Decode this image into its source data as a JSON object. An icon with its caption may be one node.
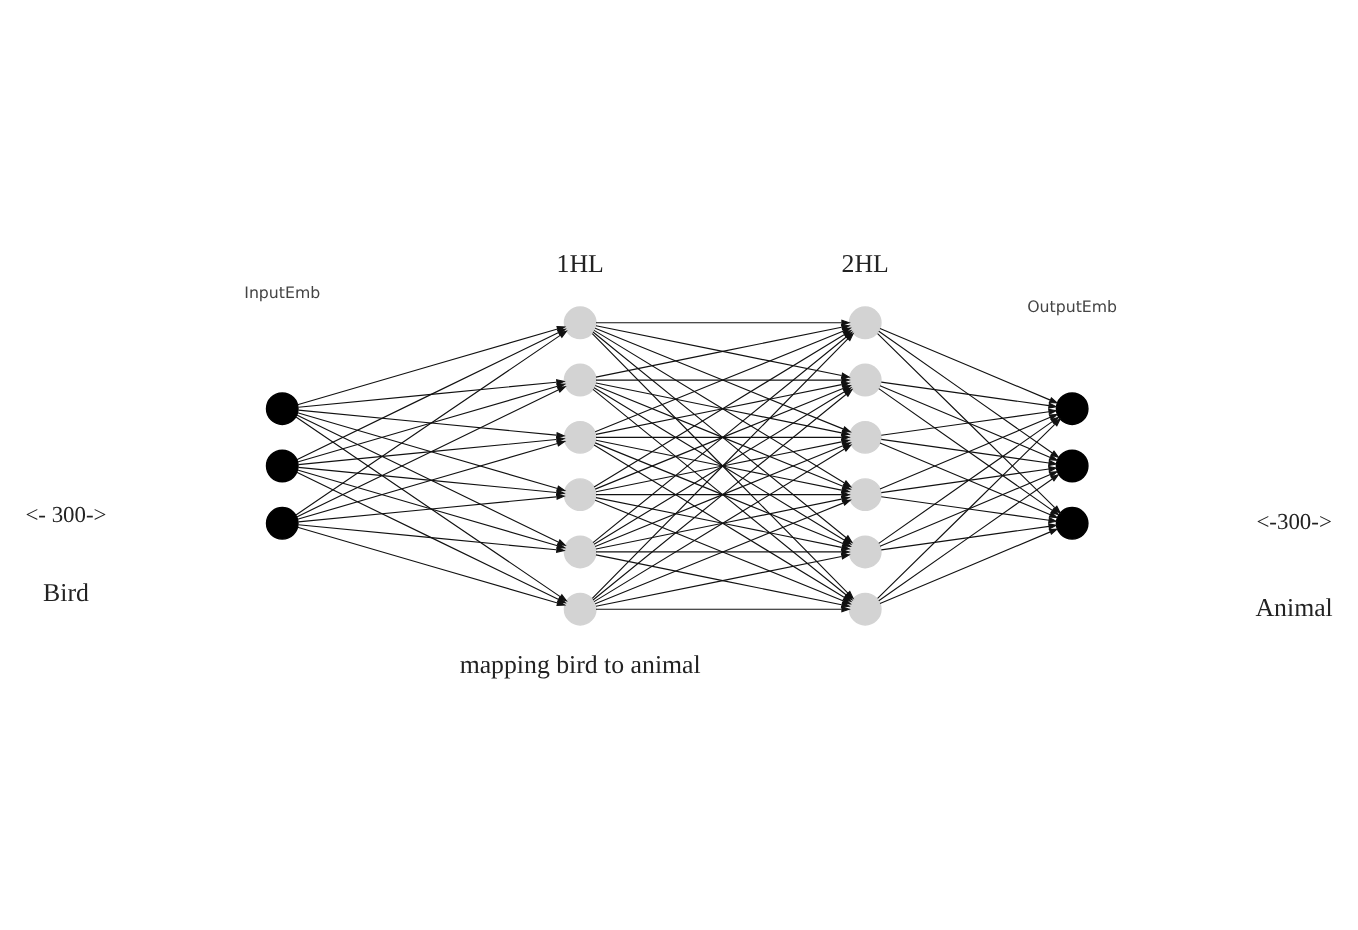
{
  "diagram": {
    "nodes": [
      {
        "text": [],
        "shape": "circle"
      },
      {
        "text": [],
        "shape": "circle"
      },
      {
        "text": [],
        "shape": "circle"
      },
      {
        "text": [],
        "shape": "circle"
      },
      {
        "text": [],
        "shape": "circle"
      },
      {
        "text": [],
        "shape": "circle"
      },
      {
        "text": [],
        "shape": "circle"
      },
      {
        "text": [],
        "shape": "circle"
      },
      {
        "text": [],
        "shape": "circle"
      },
      {
        "text": [],
        "shape": "circle"
      },
      {
        "text": [],
        "shape": "circle"
      },
      {
        "text": [],
        "shape": "circle"
      },
      {
        "text": [],
        "shape": "circle"
      },
      {
        "text": [],
        "shape": "circle"
      },
      {
        "text": [],
        "shape": "circle"
      },
      {
        "text": [],
        "shape": "circle"
      },
      {
        "text": [],
        "shape": "circle"
      },
      {
        "text": [],
        "shape": "circle"
      }
    ],
    "edges": [
      {
        "from": 0,
        "to": 3,
        "arrow": "to"
      },
      {
        "from": 0,
        "to": 4,
        "arrow": "to"
      },
      {
        "from": 0,
        "to": 5,
        "arrow": "to"
      },
      {
        "from": 0,
        "to": 6,
        "arrow": "to"
      },
      {
        "from": 0,
        "to": 7,
        "arrow": "to"
      },
      {
        "from": 0,
        "to": 8,
        "arrow": "to"
      },
      {
        "from": 1,
        "to": 3,
        "arrow": "to"
      },
      {
        "from": 1,
        "to": 4,
        "arrow": "to"
      },
      {
        "from": 1,
        "to": 5,
        "arrow": "to"
      },
      {
        "from": 1,
        "to": 6,
        "arrow": "to"
      },
      {
        "from": 1,
        "to": 7,
        "arrow": "to"
      },
      {
        "from": 1,
        "to": 8,
        "arrow": "to"
      },
      {
        "from": 2,
        "to": 3,
        "arrow": "to"
      },
      {
        "from": 2,
        "to": 4,
        "arrow": "to"
      },
      {
        "from": 2,
        "to": 5,
        "arrow": "to"
      },
      {
        "from": 2,
        "to": 6,
        "arrow": "to"
      },
      {
        "from": 2,
        "to": 7,
        "arrow": "to"
      },
      {
        "from": 2,
        "to": 8,
        "arrow": "to"
      },
      {
        "from": 3,
        "to": 9,
        "arrow": "to"
      },
      {
        "from": 3,
        "to": 10,
        "arrow": "to"
      },
      {
        "from": 3,
        "to": 11,
        "arrow": "to"
      },
      {
        "from": 3,
        "to": 12,
        "arrow": "to"
      },
      {
        "from": 3,
        "to": 13,
        "arrow": "to"
      },
      {
        "from": 3,
        "to": 14,
        "arrow": "to"
      },
      {
        "from": 4,
        "to": 9,
        "arrow": "to"
      },
      {
        "from": 4,
        "to": 10,
        "arrow": "to"
      },
      {
        "from": 4,
        "to": 11,
        "arrow": "to"
      },
      {
        "from": 4,
        "to": 12,
        "arrow": "to"
      },
      {
        "from": 4,
        "to": 13,
        "arrow": "to"
      },
      {
        "from": 4,
        "to": 14,
        "arrow": "to"
      },
      {
        "from": 5,
        "to": 9,
        "arrow": "to"
      },
      {
        "from": 5,
        "to": 10,
        "arrow": "to"
      },
      {
        "from": 5,
        "to": 11,
        "arrow": "to"
      },
      {
        "from": 5,
        "to": 12,
        "arrow": "to"
      },
      {
        "from": 5,
        "to": 13,
        "arrow": "to"
      },
      {
        "from": 5,
        "to": 14,
        "arrow": "to"
      },
      {
        "from": 6,
        "to": 9,
        "arrow": "to"
      },
      {
        "from": 6,
        "to": 10,
        "arrow": "to"
      },
      {
        "from": 6,
        "to": 11,
        "arrow": "to"
      },
      {
        "from": 6,
        "to": 12,
        "arrow": "to"
      },
      {
        "from": 6,
        "to": 13,
        "arrow": "to"
      },
      {
        "from": 6,
        "to": 14,
        "arrow": "to"
      },
      {
        "from": 7,
        "to": 9,
        "arrow": "to"
      },
      {
        "from": 7,
        "to": 10,
        "arrow": "to"
      },
      {
        "from": 7,
        "to": 11,
        "arrow": "to"
      },
      {
        "from": 7,
        "to": 12,
        "arrow": "to"
      },
      {
        "from": 7,
        "to": 13,
        "arrow": "to"
      },
      {
        "from": 7,
        "to": 14,
        "arrow": "to"
      },
      {
        "from": 8,
        "to": 9,
        "arrow": "to"
      },
      {
        "from": 8,
        "to": 10,
        "arrow": "to"
      },
      {
        "from": 8,
        "to": 11,
        "arrow": "to"
      },
      {
        "from": 8,
        "to": 12,
        "arrow": "to"
      },
      {
        "from": 8,
        "to": 13,
        "arrow": "to"
      },
      {
        "from": 8,
        "to": 14,
        "arrow": "to"
      },
      {
        "from": 9,
        "to": 15,
        "arrow": "to"
      },
      {
        "from": 9,
        "to": 16,
        "arrow": "to"
      },
      {
        "from": 9,
        "to": 17,
        "arrow": "to"
      },
      {
        "from": 10,
        "to": 15,
        "arrow": "to"
      },
      {
        "from": 10,
        "to": 16,
        "arrow": "to"
      },
      {
        "from": 10,
        "to": 17,
        "arrow": "to"
      },
      {
        "from": 11,
        "to": 15,
        "arrow": "to"
      },
      {
        "from": 11,
        "to": 16,
        "arrow": "to"
      },
      {
        "from": 11,
        "to": 17,
        "arrow": "to"
      },
      {
        "from": 12,
        "to": 15,
        "arrow": "to"
      },
      {
        "from": 12,
        "to": 16,
        "arrow": "to"
      },
      {
        "from": 12,
        "to": 17,
        "arrow": "to"
      },
      {
        "from": 13,
        "to": 15,
        "arrow": "to"
      },
      {
        "from": 13,
        "to": 16,
        "arrow": "to"
      },
      {
        "from": 13,
        "to": 17,
        "arrow": "to"
      },
      {
        "from": 14,
        "to": 15,
        "arrow": "to"
      },
      {
        "from": 14,
        "to": 16,
        "arrow": "to"
      },
      {
        "from": 14,
        "to": 17,
        "arrow": "to"
      }
    ],
    "labels": [
      "1HL",
      "2HL",
      "InputEmb",
      "OutputEmb",
      "<- 300->",
      "<-300->",
      "Bird",
      "Animal",
      "mapping bird to animal"
    ]
  }
}
